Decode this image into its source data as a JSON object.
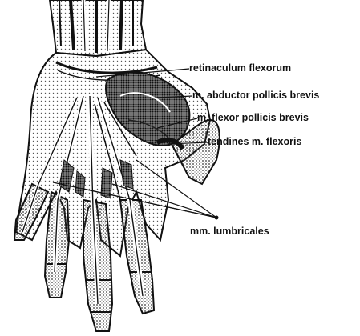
{
  "labels": {
    "retinaculum": "retinaculum flexorum",
    "abductor": "m. abductor pollicis brevis",
    "flexor_brevis": "m. flexor pollicis brevis",
    "tendines": "tendines m. flexoris",
    "lumbricales": "mm. lumbricales"
  },
  "colors": {
    "ink": "#111111",
    "shade": "#777777",
    "background": "#ffffff"
  }
}
